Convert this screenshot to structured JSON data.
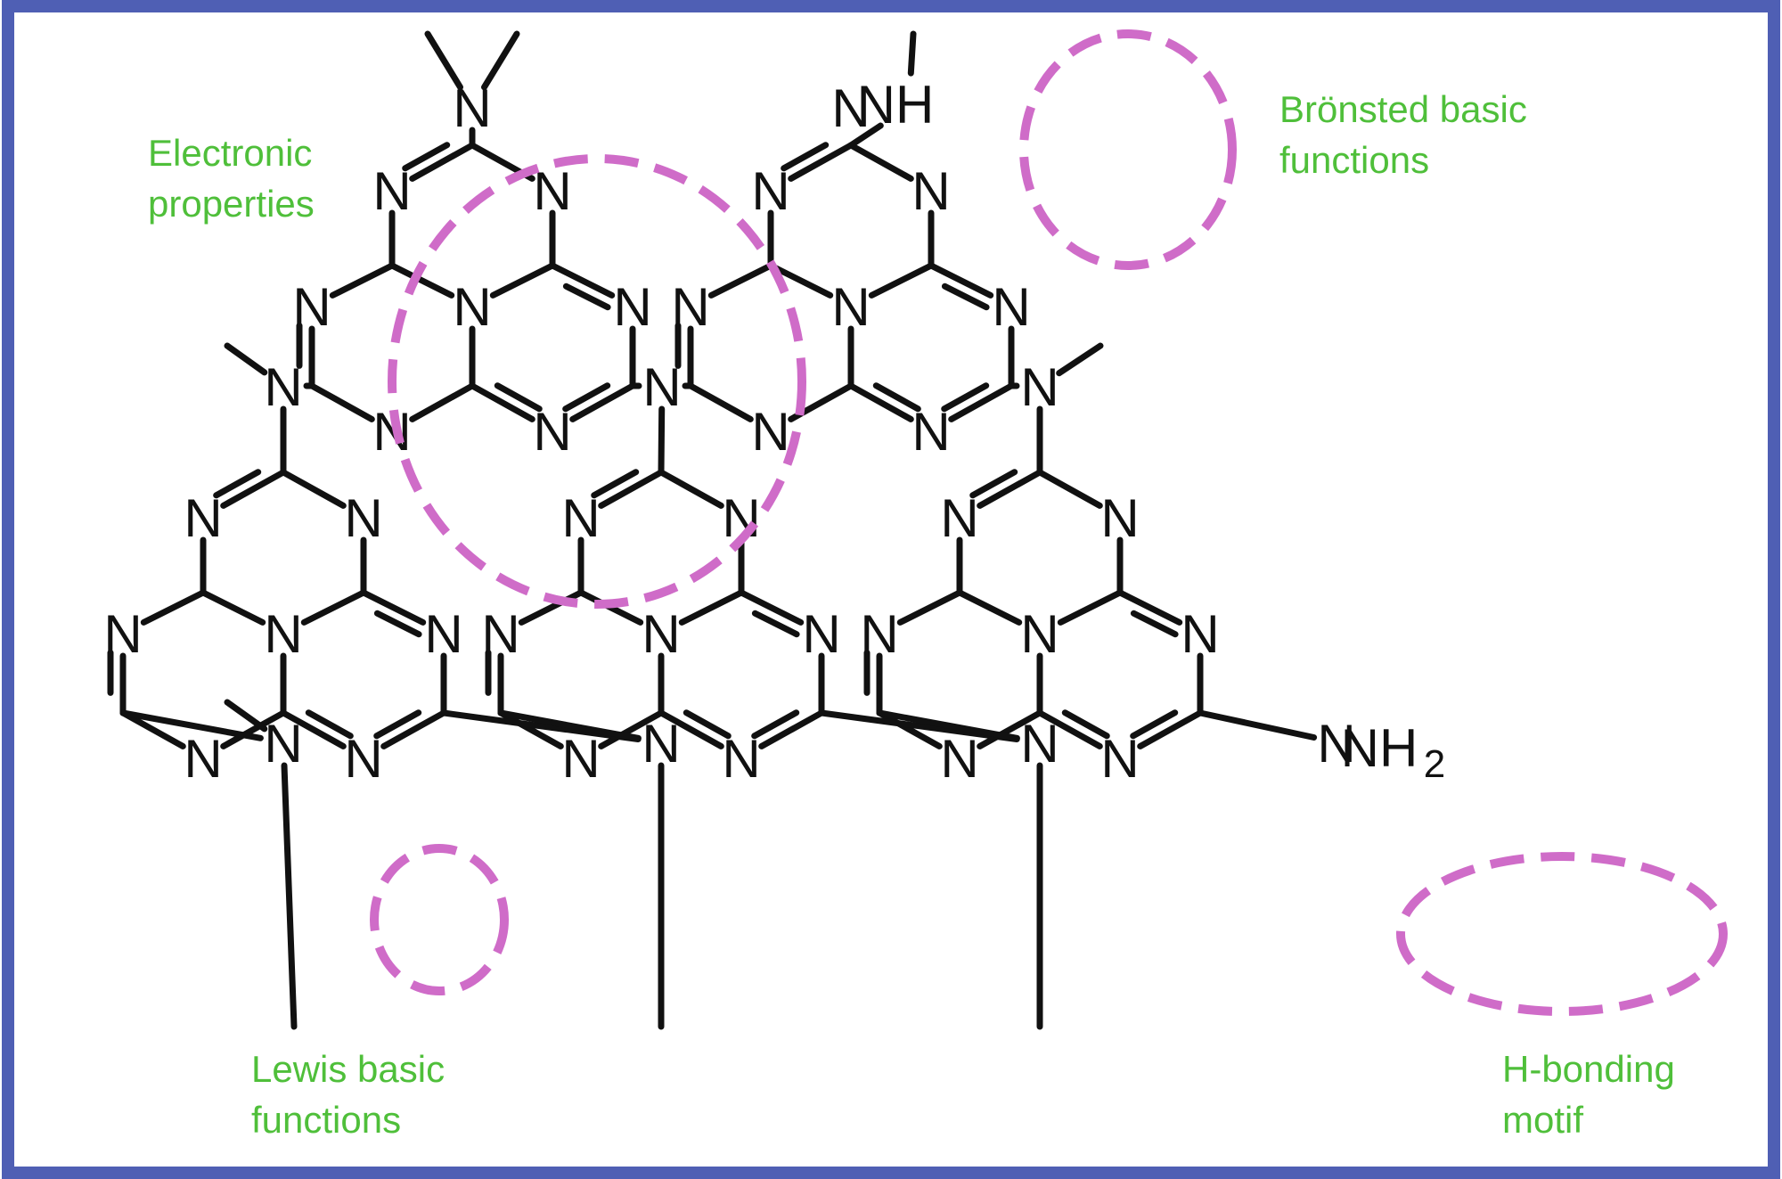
{
  "figure": {
    "frame_color": "#4f5fb4",
    "bond_color": "#111111",
    "highlight_color": "#cf6cc8",
    "annotation_color": "#4fbf3a"
  },
  "atom_labels": {
    "nitrogen": "N",
    "nh": "NH",
    "nh2_base": "NH",
    "nh2_subscript": "2"
  },
  "annotations": {
    "electronic": {
      "line1": "Electronic",
      "line2": "properties"
    },
    "bronsted": {
      "line1": "Brönsted basic",
      "line2": "functions"
    },
    "lewis": {
      "line1": "Lewis basic",
      "line2": "functions"
    },
    "hbond": {
      "line1": "H-bonding",
      "line2": "motif"
    }
  }
}
